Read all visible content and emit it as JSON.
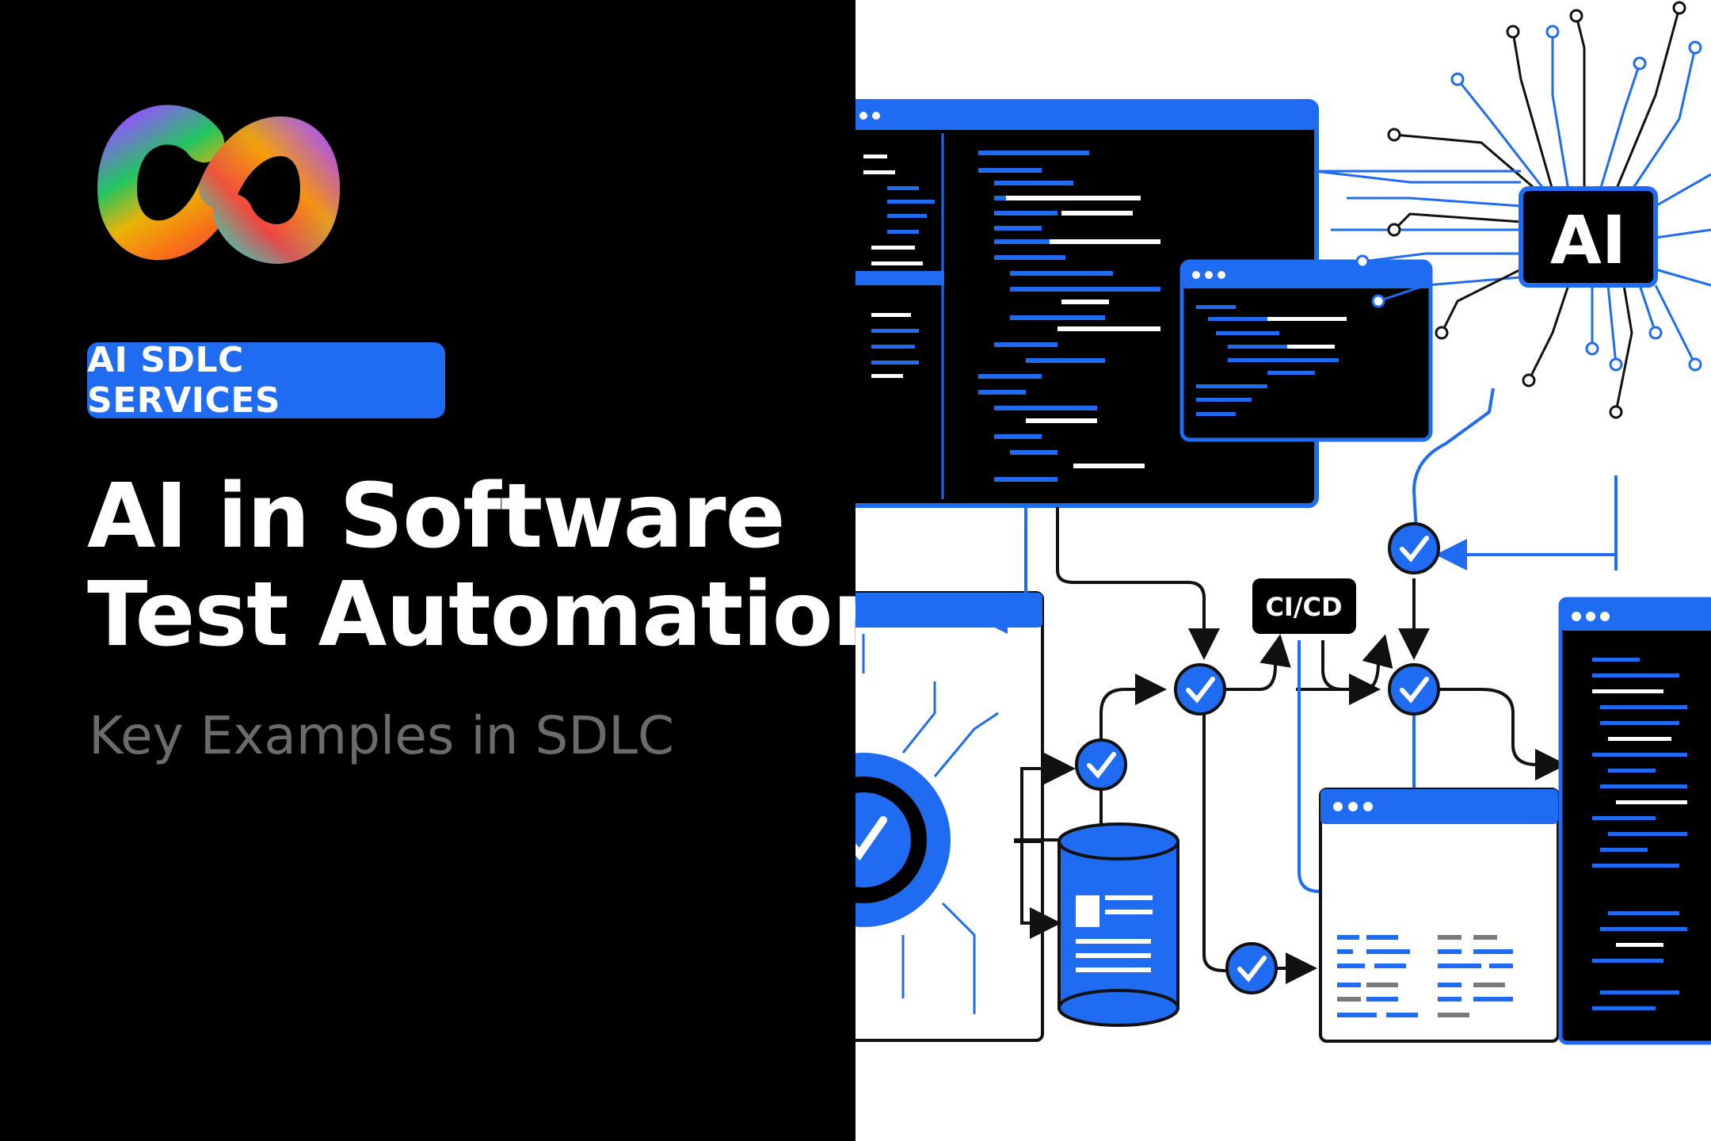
{
  "hero": {
    "badge_label": "AI SDLC SERVICES",
    "title_line1": "AI in Software",
    "title_line2": "Test Automation",
    "subtitle": "Key Examples in SDLC"
  },
  "illustration": {
    "ai_chip_label": "AI",
    "cicd_label": "CI/CD"
  },
  "colors": {
    "accent_blue": "#1f6bf2",
    "background_dark": "#000000",
    "background_light": "#ffffff",
    "subtitle_gray": "#6b6b6b"
  }
}
